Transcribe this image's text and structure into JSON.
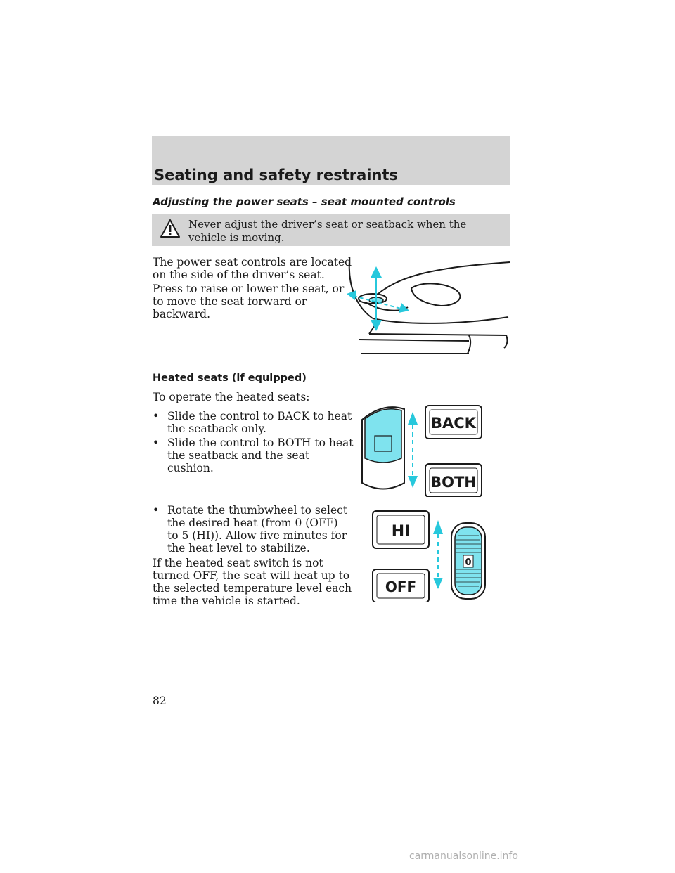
{
  "header": {
    "title": "Seating and safety restraints"
  },
  "section": {
    "title": "Adjusting the power seats – seat mounted controls"
  },
  "warning": {
    "text": "Never adjust the driver’s seat or seatback when the vehicle is moving."
  },
  "power_seats": {
    "paragraphs": [
      [
        "The power seat controls are located",
        "on the side of the driver’s seat."
      ],
      [
        "Press to raise or lower the seat, or",
        "to move the seat forward or",
        "backward."
      ]
    ]
  },
  "heated_seats": {
    "heading": "Heated seats (if equipped)",
    "intro": "To operate the heated seats:",
    "bullets": [
      [
        "Slide the control to BACK to heat",
        "the seatback only."
      ],
      [
        "Slide the control to BOTH to heat",
        "the seatback and the seat",
        "cushion."
      ],
      [
        "Rotate the thumbwheel to select",
        "the desired heat (from 0 (OFF)",
        "to 5 (HI)). Allow five minutes for",
        "the heat level to stabilize."
      ]
    ],
    "closing": [
      "If the heated seat switch is not",
      "turned OFF, the seat will heat up to",
      "the selected temperature level each",
      "time the vehicle is started."
    ]
  },
  "illustrations": {
    "switch_labels": {
      "back": "BACK",
      "both": "BOTH"
    },
    "thumbwheel_labels": {
      "hi": "HI",
      "off": "OFF",
      "wheel_digit": "0"
    }
  },
  "page": {
    "number": "82"
  },
  "footer": {
    "watermark": "carmanualsonline.info"
  },
  "colors": {
    "band": "#d4d4d4",
    "accent": "#7fe3ee",
    "arrow": "#27c8dc"
  },
  "icons": [
    "warning-icon",
    "up-arrow-icon",
    "down-arrow-icon"
  ]
}
